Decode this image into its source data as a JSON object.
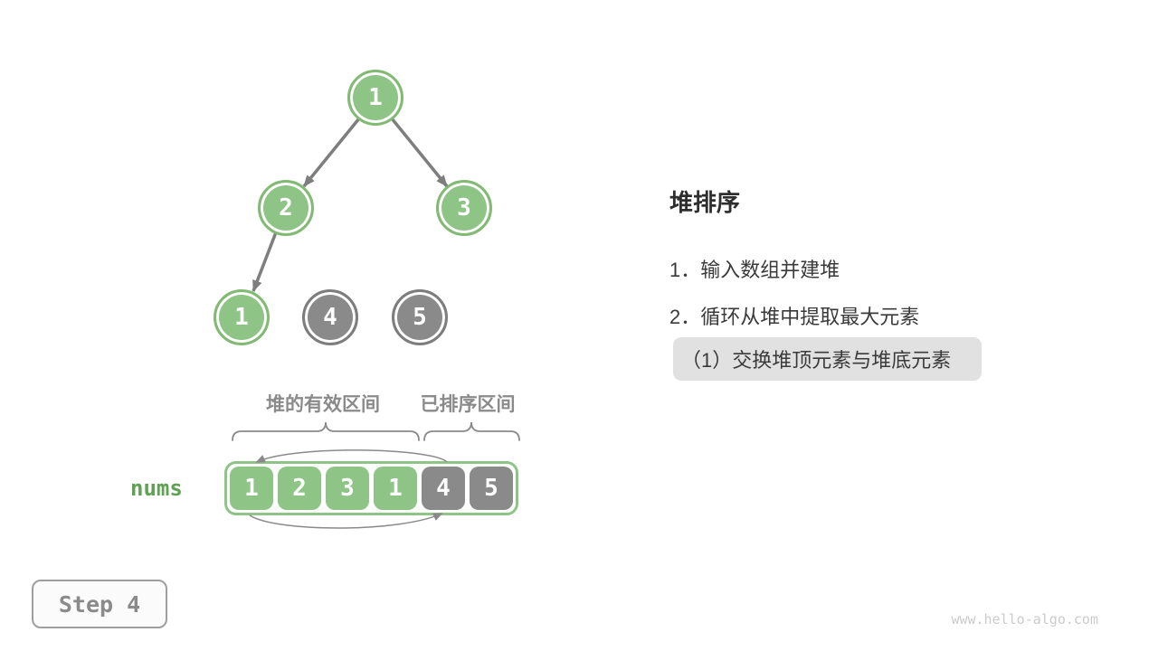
{
  "panel": {
    "title": "堆排序",
    "items": [
      "1．输入数组并建堆",
      "2．循环从堆中提取最大元素"
    ],
    "highlight": "（1）交换堆顶元素与堆底元素"
  },
  "tree": {
    "nodes": [
      {
        "value": "1",
        "state": "heap"
      },
      {
        "value": "2",
        "state": "heap"
      },
      {
        "value": "3",
        "state": "heap"
      },
      {
        "value": "1",
        "state": "heap"
      },
      {
        "value": "4",
        "state": "sorted"
      },
      {
        "value": "5",
        "state": "sorted"
      }
    ]
  },
  "array": {
    "label": "nums",
    "region_labels": {
      "heap": "堆的有效区间",
      "sorted": "已排序区间"
    },
    "cells": [
      {
        "value": "1",
        "state": "heap"
      },
      {
        "value": "2",
        "state": "heap"
      },
      {
        "value": "3",
        "state": "heap"
      },
      {
        "value": "1",
        "state": "heap"
      },
      {
        "value": "4",
        "state": "sorted"
      },
      {
        "value": "5",
        "state": "sorted"
      }
    ]
  },
  "step_badge": "Step 4",
  "watermark": "www.hello-algo.com",
  "colors": {
    "heap_green": "#8FC487",
    "heap_green_border": "#82BA74",
    "sorted_gray": "#8A8A8A",
    "arrow_gray": "#7E7E7E",
    "nums_green": "#5FA052",
    "label_gray": "#8A8A8A",
    "highlight_bg": "#E1E1E1",
    "text_dark": "#3A3A3A"
  }
}
